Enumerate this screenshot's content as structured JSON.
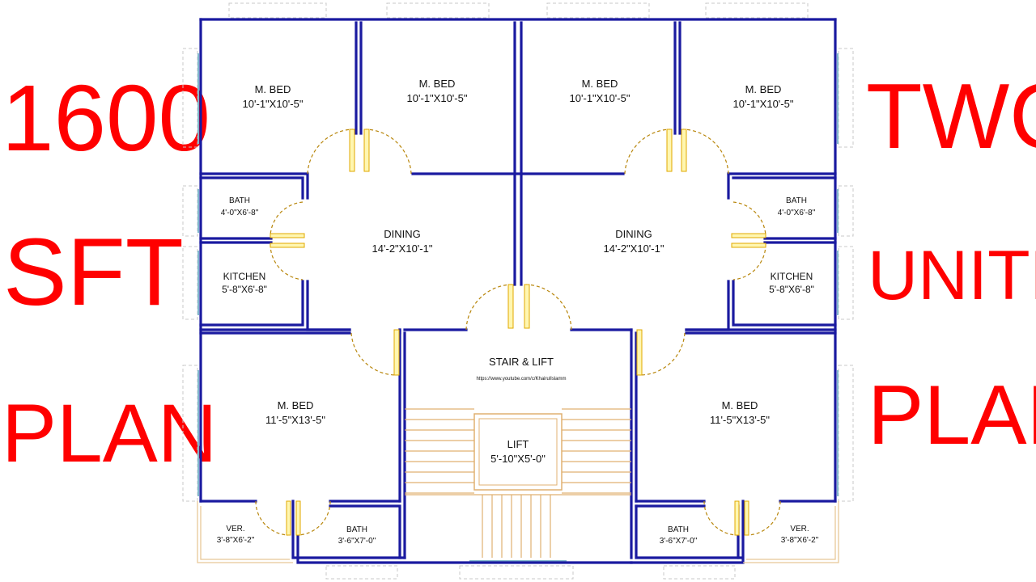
{
  "left_title": {
    "line1": "1600",
    "line2": "SFT",
    "line3": "PLAN"
  },
  "right_title": {
    "line1": "TWO",
    "line2": "UNITE",
    "line3": "PLAN"
  },
  "colors": {
    "title": "#ff0000",
    "wall": "#1a1aa0",
    "door": "#b8860b",
    "stair": "#e0b070",
    "window": "#7fb6cc"
  },
  "rooms": {
    "mbed_tl": {
      "name": "M. BED",
      "dim": "10'-1\"X10'-5\""
    },
    "mbed_tcl": {
      "name": "M. BED",
      "dim": "10'-1\"X10'-5\""
    },
    "mbed_tcr": {
      "name": "M. BED",
      "dim": "10'-1\"X10'-5\""
    },
    "mbed_tr": {
      "name": "M. BED",
      "dim": "10'-1\"X10'-5\""
    },
    "bath_l": {
      "name": "BATH",
      "dim": "4'-0\"X6'-8\""
    },
    "bath_r": {
      "name": "BATH",
      "dim": "4'-0\"X6'-8\""
    },
    "dining_l": {
      "name": "DINING",
      "dim": "14'-2\"X10'-1\""
    },
    "dining_r": {
      "name": "DINING",
      "dim": "14'-2\"X10'-1\""
    },
    "kitchen_l": {
      "name": "KITCHEN",
      "dim": "5'-8\"X6'-8\""
    },
    "kitchen_r": {
      "name": "KITCHEN",
      "dim": "5'-8\"X6'-8\""
    },
    "stair": {
      "name": "STAIR & LIFT",
      "url": "https://www.youtube.com/c/KhairulIslamm"
    },
    "mbed_bl": {
      "name": "M. BED",
      "dim": "11'-5\"X13'-5\""
    },
    "mbed_br": {
      "name": "M. BED",
      "dim": "11'-5\"X13'-5\""
    },
    "lift": {
      "name": "LIFT",
      "dim": "5'-10\"X5'-0\""
    },
    "ver_l": {
      "name": "VER.",
      "dim": "3'-8\"X6'-2\""
    },
    "ver_r": {
      "name": "VER.",
      "dim": "3'-8\"X6'-2\""
    },
    "bath_bl": {
      "name": "BATH",
      "dim": "3'-6\"X7'-0\""
    },
    "bath_br": {
      "name": "BATH",
      "dim": "3'-6\"X7'-0\""
    }
  }
}
